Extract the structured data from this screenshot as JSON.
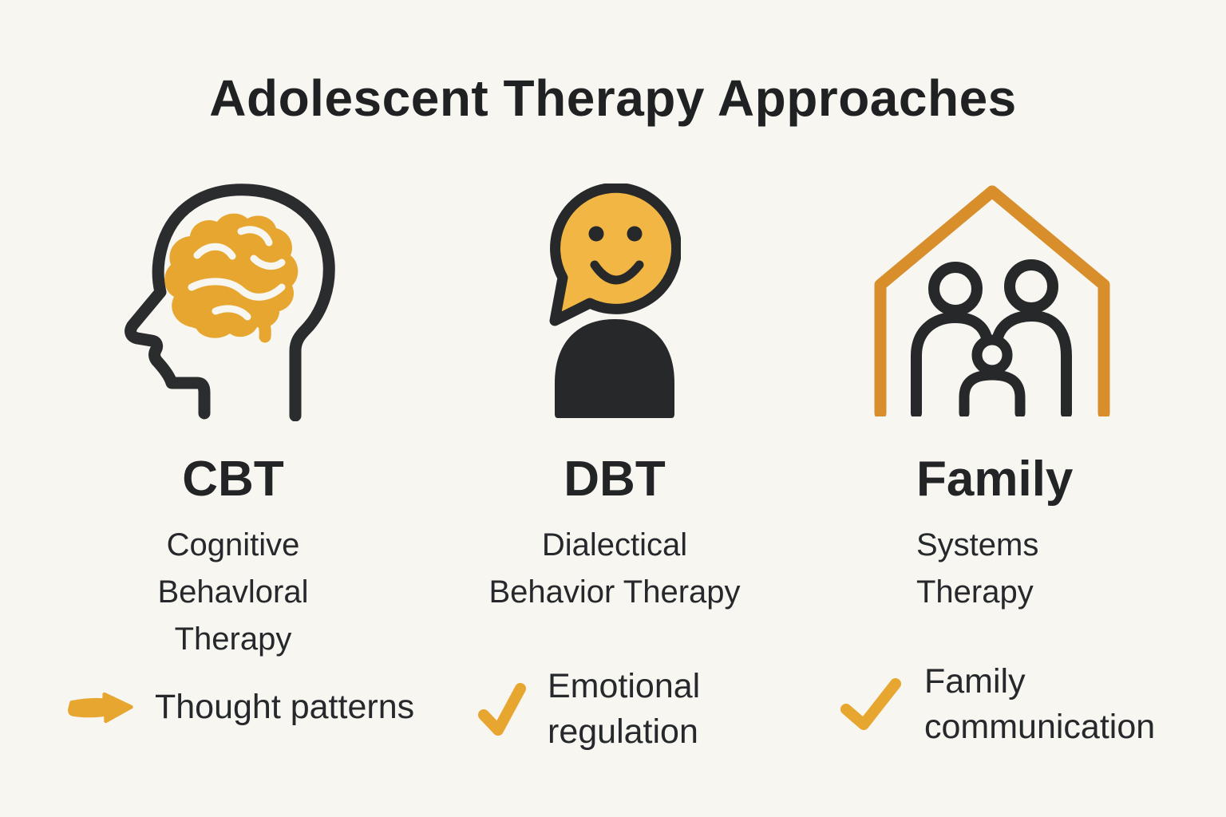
{
  "title": "Adolescent Therapy Approaches",
  "colors": {
    "background": "#F8F6F1",
    "ink": "#26282A",
    "gold": "#E7A62F",
    "house_orange": "#D88E2B",
    "bubble_yellow": "#F2B644"
  },
  "columns": [
    {
      "id": "cbt",
      "icon": "head-brain-icon",
      "heading": "CBT",
      "subtitle": "Cognitive\nBehavloral\nTherapy",
      "feature": {
        "icon": "arrow-right-icon",
        "label": "Thought patterns"
      }
    },
    {
      "id": "dbt",
      "icon": "speech-bubble-person-icon",
      "heading": "DBT",
      "subtitle": "Dialectical\nBehavior Therapy",
      "feature": {
        "icon": "check-icon",
        "label": "Emotional\nregulation"
      }
    },
    {
      "id": "family",
      "icon": "family-house-icon",
      "heading": "Family",
      "subtitle": "Systems\nTherapy",
      "feature": {
        "icon": "check-icon",
        "label": "Family\ncommunication"
      }
    }
  ]
}
